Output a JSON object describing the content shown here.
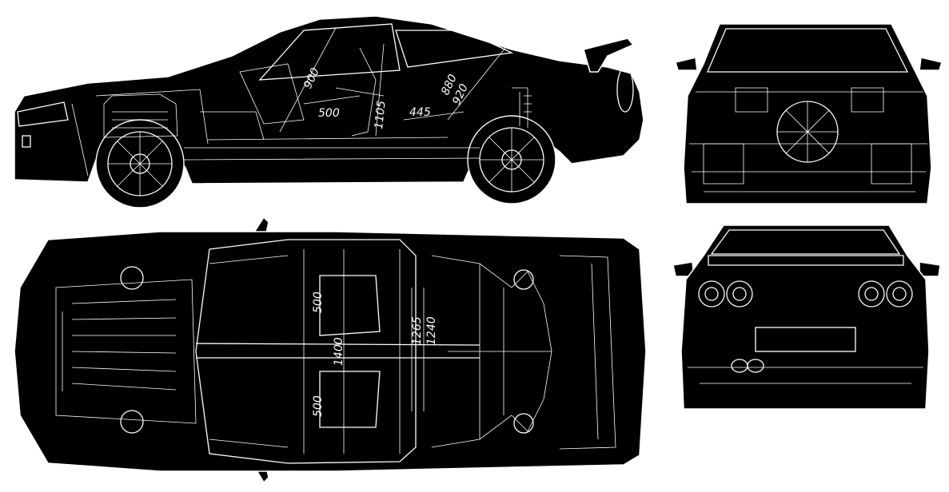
{
  "colors": {
    "background": "#ffffff",
    "body": "#000000",
    "lines": "#ffffff"
  },
  "side_view": {
    "dims": {
      "d900": "900",
      "d500": "500",
      "d1105": "1105",
      "d445": "445",
      "d880": "880",
      "d920": "920"
    }
  },
  "top_view": {
    "dims": {
      "d500a": "500",
      "d500b": "500",
      "d1400": "1400",
      "d1265": "1265",
      "d1240": "1240"
    }
  },
  "front_view": {},
  "rear_view": {}
}
